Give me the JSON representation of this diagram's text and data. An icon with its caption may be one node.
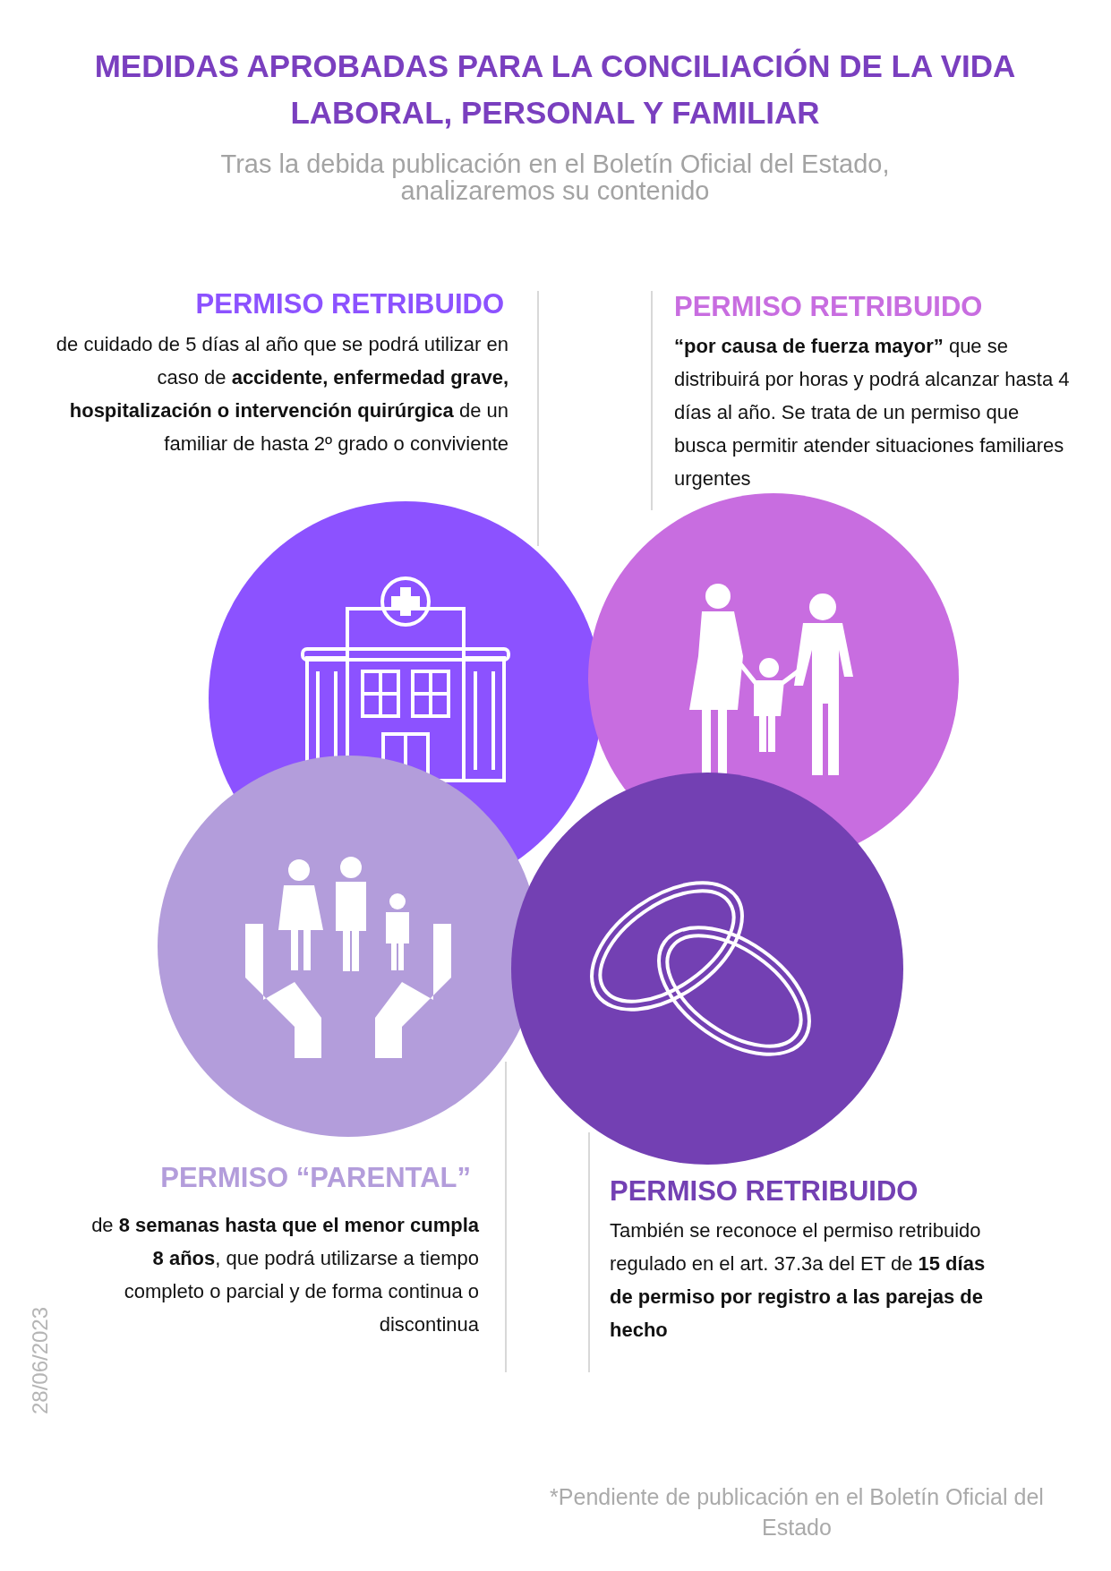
{
  "diagram": {
    "title": "MEDIDAS APROBADAS PARA LA CONCILIACIÓN DE LA VIDA LABORAL, PERSONAL Y FAMILIAR",
    "labels": [
      "Tras la debida publicación en el Boletín Oficial del Estado, analizaremos su contenido",
      "PERMISO RETRIBUIDO",
      "de cuidado de 5 días al año que se podrá utilizar en caso de **accidente, enfermedad grave, hospitalización o intervención quirúrgica** de un familiar de hasta 2º grado o conviviente",
      "PERMISO RETRIBUIDO",
      "**“por causa de fuerza mayor”** que se distribuirá por horas y podrá alcanzar hasta 4 días al año. Se trata de un permiso que busca permitir atender situaciones familiares urgentes",
      "PERMISO “PARENTAL”",
      "de **8 semanas hasta que el menor cumpla 8 años**, que podrá utilizarse a tiempo completo o parcial y de forma continua o discontinua",
      "PERMISO RETRIBUIDO",
      "También se reconoce el permiso retribuido regulado en el art. 37.3a del ET de **15 días de permiso por registro a las parejas de hecho**",
      "28/06/2023",
      "*Pendiente de publicación en el Boletín Oficial del Estado"
    ]
  }
}
